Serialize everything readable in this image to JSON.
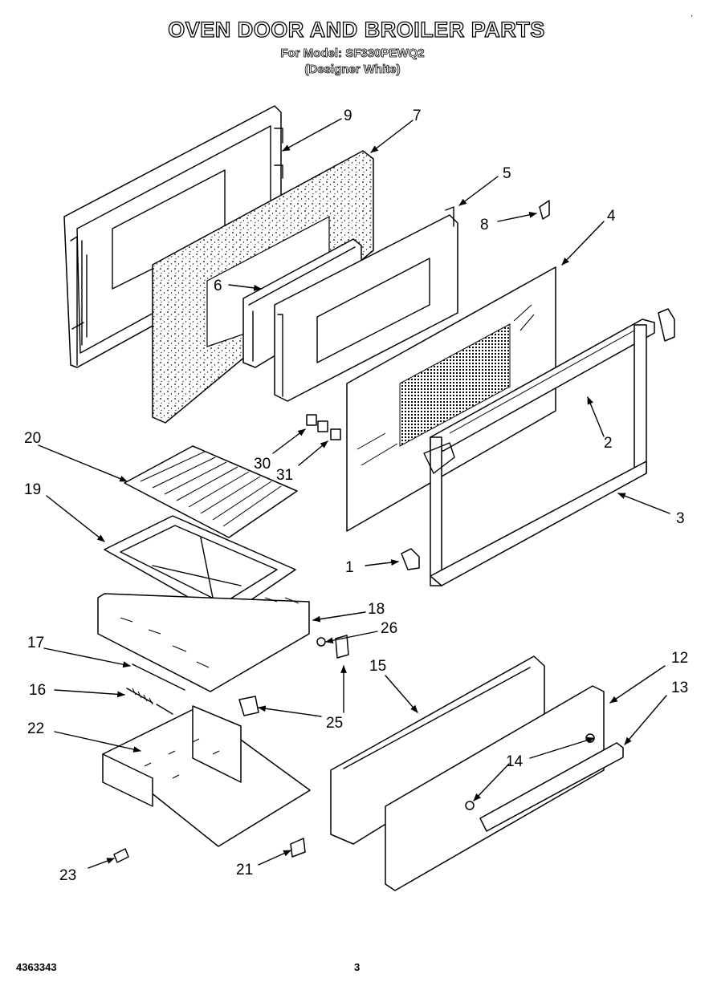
{
  "header": {
    "title": "OVEN DOOR AND BROILER PARTS",
    "model_line": "For Model: SF330PEWQ2",
    "finish_line": "(Designer White)"
  },
  "footer": {
    "doc_number": "4363343",
    "page_number": "3"
  },
  "corner_mark": "∙",
  "callouts": [
    "1",
    "2",
    "3",
    "4",
    "5",
    "6",
    "7",
    "8",
    "9",
    "12",
    "13",
    "14",
    "15",
    "16",
    "17",
    "18",
    "19",
    "20",
    "21",
    "22",
    "23",
    "25",
    "26",
    "30",
    "31"
  ],
  "colors": {
    "ink": "#000000",
    "paper": "#ffffff"
  }
}
